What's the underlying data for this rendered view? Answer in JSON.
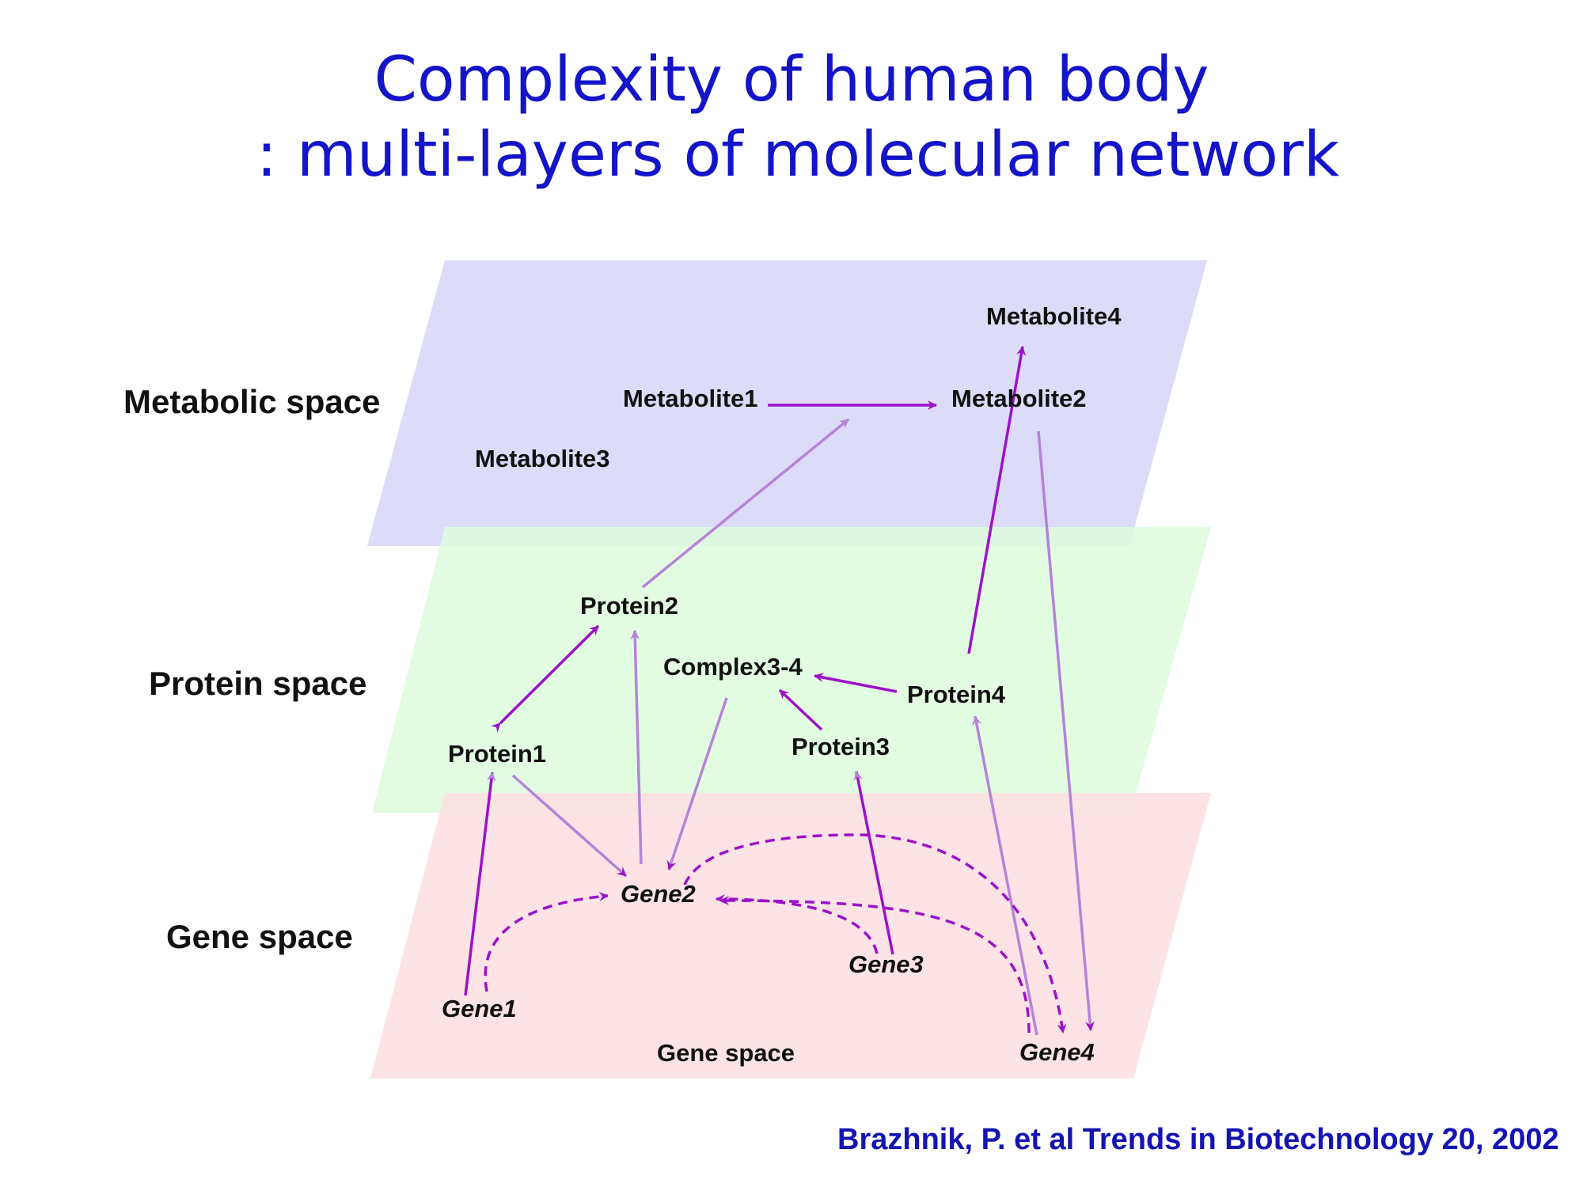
{
  "title": {
    "line1": "Complexity of human body",
    "line2": ": multi-layers of molecular network"
  },
  "layers": {
    "metabolic": "Metabolic space",
    "protein": "Protein space",
    "gene": "Gene space",
    "gene_inner": "Gene space"
  },
  "nodes": {
    "metabolite1": "Metabolite1",
    "metabolite2": "Metabolite2",
    "metabolite3": "Metabolite3",
    "metabolite4": "Metabolite4",
    "protein1": "Protein1",
    "protein2": "Protein2",
    "protein3": "Protein3",
    "protein4": "Protein4",
    "complex34": "Complex3-4",
    "gene1": "Gene1",
    "gene2": "Gene2",
    "gene3": "Gene3",
    "gene4": "Gene4"
  },
  "citation": "Brazhnik, P. et al Trends in Biotechnology 20, 2002",
  "colors": {
    "title": "#1414c8",
    "citation": "#1414b4",
    "metabolic_plane": "#dcdcfa",
    "protein_plane": "#ddfbdd",
    "gene_plane": "#fde0e3",
    "arrow_strong": "#9b12c8",
    "arrow_light": "#b583d8"
  }
}
